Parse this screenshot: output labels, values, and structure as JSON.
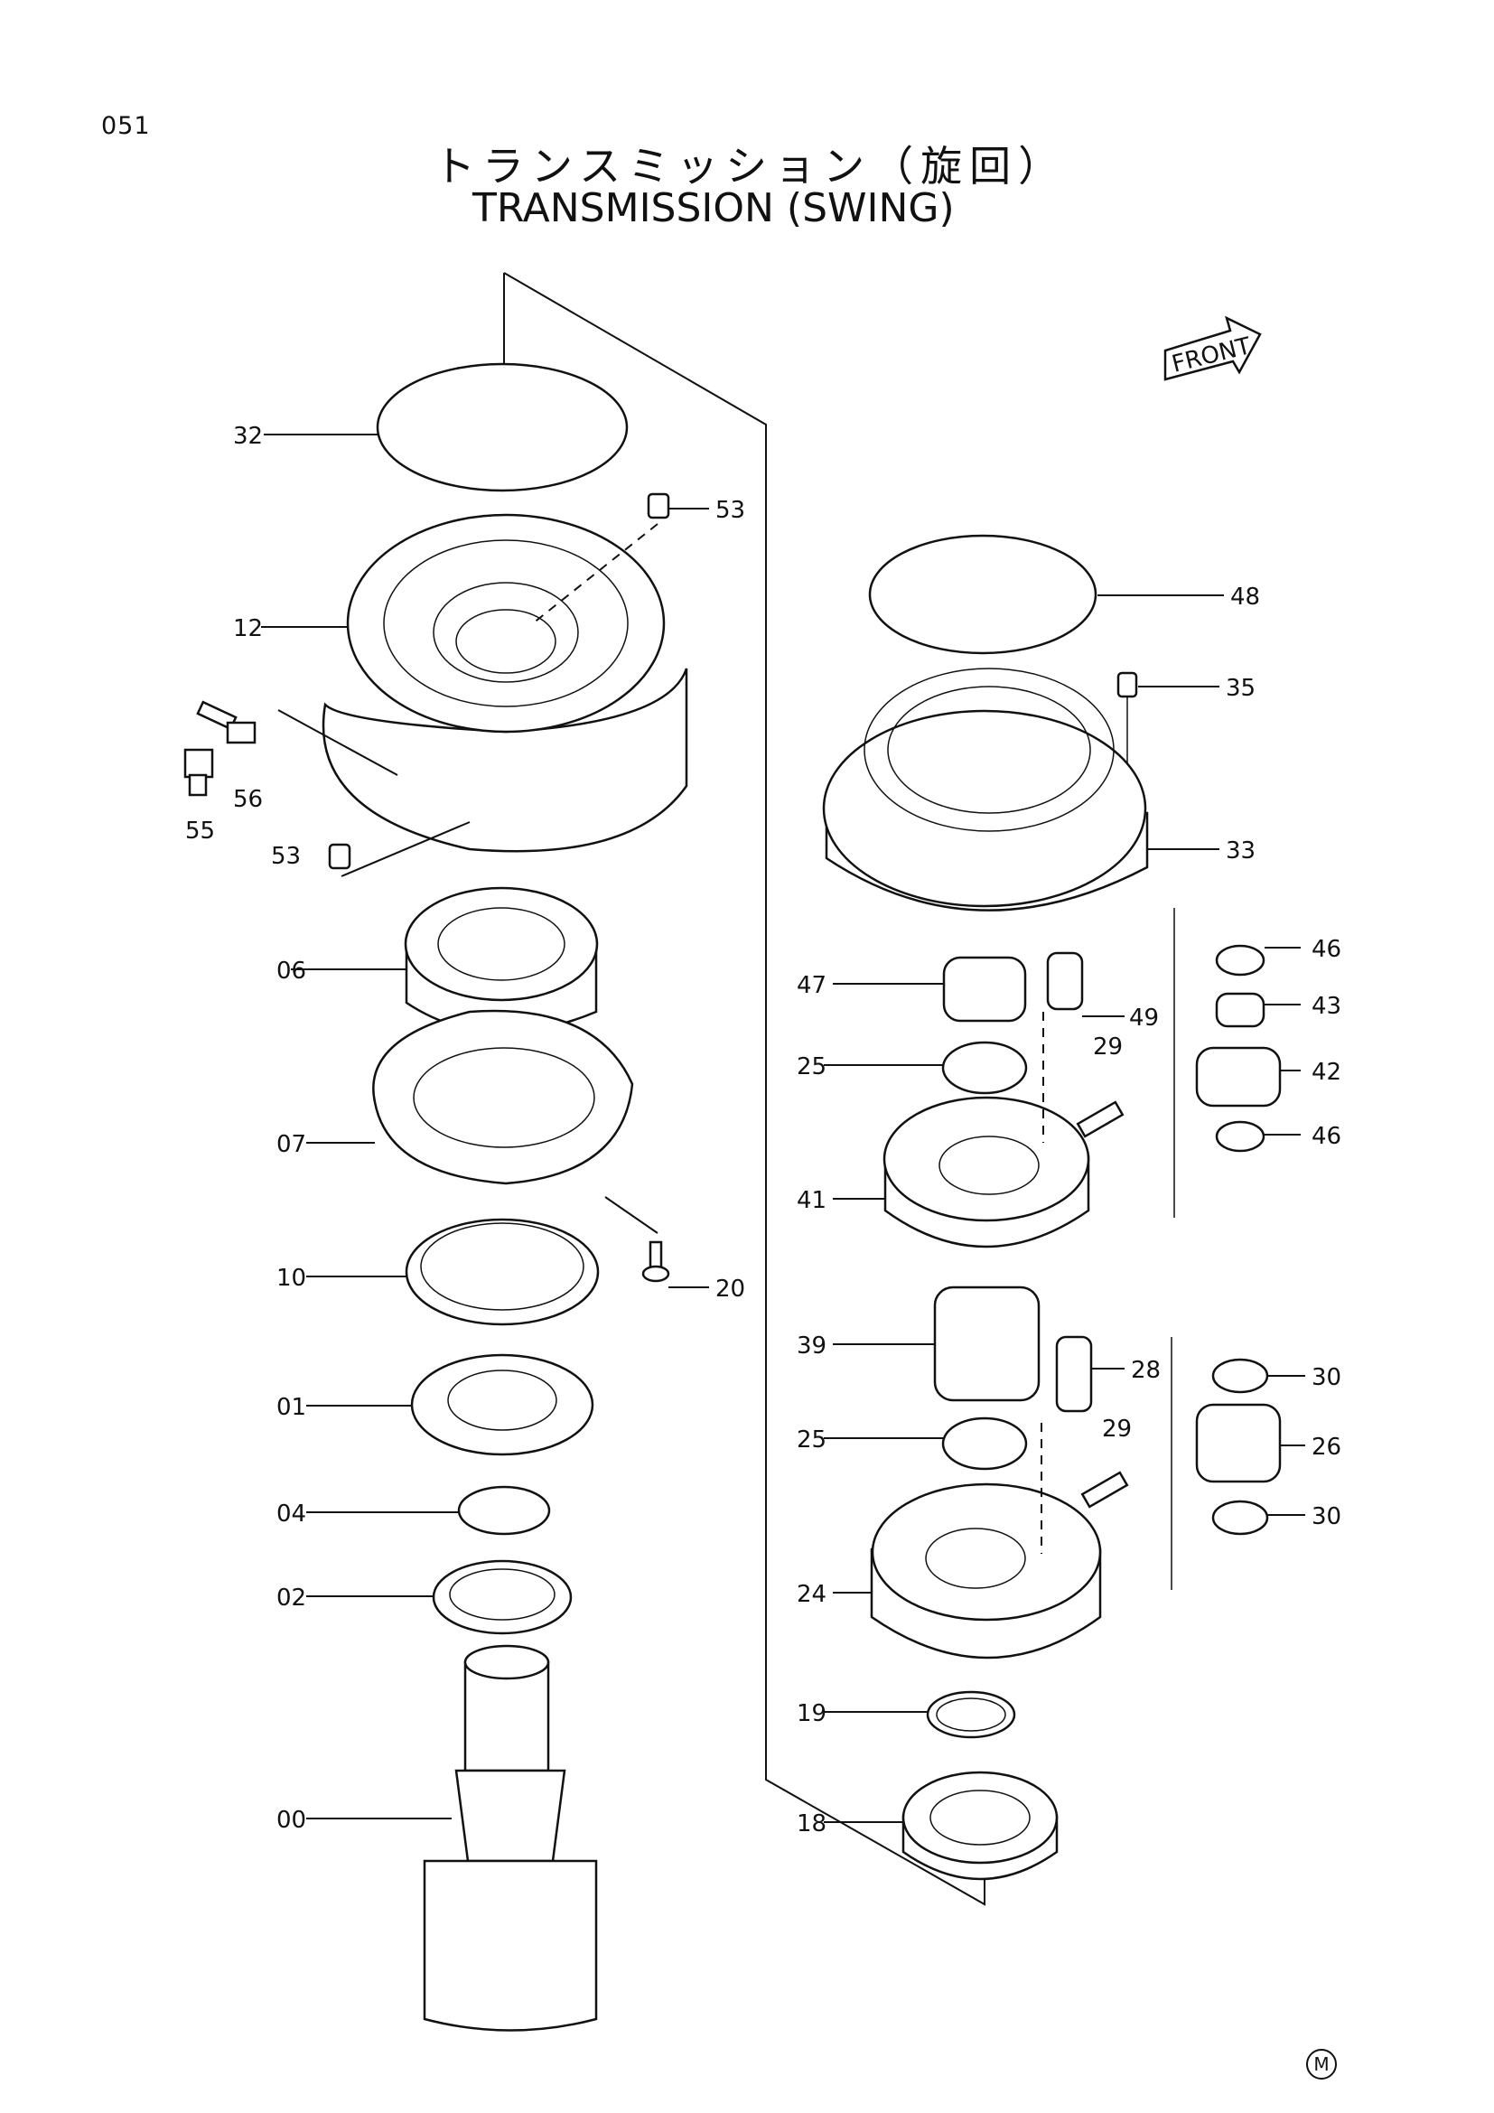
{
  "page": {
    "number": "051",
    "title_jp": "トランスミッション（旋回）",
    "title_en": "TRANSMISSION (SWING)",
    "front_label": "FRONT",
    "mark": "M"
  },
  "callouts": [
    {
      "id": "c32",
      "label": "32"
    },
    {
      "id": "c53a",
      "label": "53"
    },
    {
      "id": "c12",
      "label": "12"
    },
    {
      "id": "c56",
      "label": "56"
    },
    {
      "id": "c55",
      "label": "55"
    },
    {
      "id": "c53b",
      "label": "53"
    },
    {
      "id": "c06",
      "label": "06"
    },
    {
      "id": "c07",
      "label": "07"
    },
    {
      "id": "c20",
      "label": "20"
    },
    {
      "id": "c10",
      "label": "10"
    },
    {
      "id": "c01",
      "label": "01"
    },
    {
      "id": "c04",
      "label": "04"
    },
    {
      "id": "c02",
      "label": "02"
    },
    {
      "id": "c00",
      "label": "00"
    },
    {
      "id": "c48",
      "label": "48"
    },
    {
      "id": "c35",
      "label": "35"
    },
    {
      "id": "c33",
      "label": "33"
    },
    {
      "id": "c46a",
      "label": "46"
    },
    {
      "id": "c43",
      "label": "43"
    },
    {
      "id": "c47",
      "label": "47"
    },
    {
      "id": "c49",
      "label": "49"
    },
    {
      "id": "c29a",
      "label": "29"
    },
    {
      "id": "c25a",
      "label": "25"
    },
    {
      "id": "c42",
      "label": "42"
    },
    {
      "id": "c46b",
      "label": "46"
    },
    {
      "id": "c41",
      "label": "41"
    },
    {
      "id": "c39",
      "label": "39"
    },
    {
      "id": "c28",
      "label": "28"
    },
    {
      "id": "c30a",
      "label": "30"
    },
    {
      "id": "c25b",
      "label": "25"
    },
    {
      "id": "c29b",
      "label": "29"
    },
    {
      "id": "c26",
      "label": "26"
    },
    {
      "id": "c30b",
      "label": "30"
    },
    {
      "id": "c24",
      "label": "24"
    },
    {
      "id": "c19",
      "label": "19"
    },
    {
      "id": "c18",
      "label": "18"
    }
  ]
}
